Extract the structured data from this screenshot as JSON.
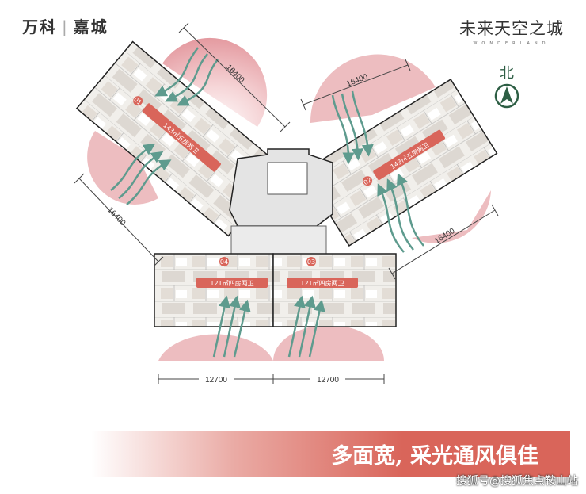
{
  "header": {
    "brand_left_1": "万科",
    "brand_left_2": "嘉城",
    "brand_right_cn": "未来天空之城",
    "brand_right_en": "WONDERLAND",
    "north_label": "北",
    "north_icon": "north-arrow-icon"
  },
  "units": [
    {
      "number": "01",
      "label": "143㎡五房两卫"
    },
    {
      "number": "02",
      "label": "143㎡五房两卫"
    },
    {
      "number": "03",
      "label": "121㎡四房两卫"
    },
    {
      "number": "04",
      "label": "121㎡四房两卫"
    }
  ],
  "dimensions": {
    "top_left": "16400",
    "top_right": "16400",
    "left": "16400",
    "right": "16400",
    "bottom_left": "12700",
    "bottom_right": "12700"
  },
  "banner": {
    "slogan": "多面宽, 采光通风俱佳"
  },
  "watermark": "搜狐号@搜狐焦点鞍山站",
  "colors": {
    "accent": "#d9655a",
    "arrow": "#5e9b8e",
    "north": "#2d5e44",
    "pink": "#e8a3a8"
  }
}
